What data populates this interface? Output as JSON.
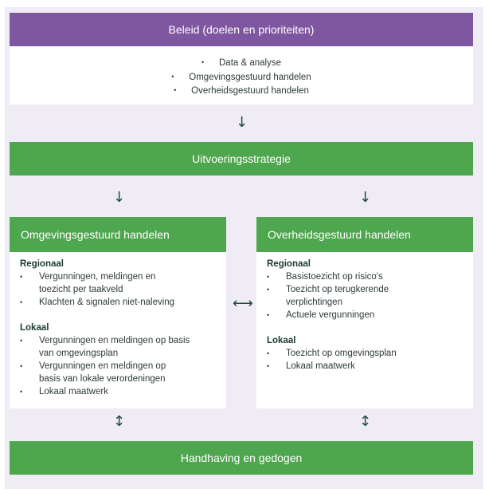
{
  "colors": {
    "policy": "#7f57a0",
    "green": "#4ea64e",
    "background": "#efecf5",
    "arrow": "#1d4a3a"
  },
  "policy": {
    "title": "Beleid (doelen en prioriteiten)",
    "items": [
      "Data & analyse",
      "Omgevingsgestuurd handelen",
      "Overheidsgestuurd handelen"
    ]
  },
  "strategy": {
    "title": "Uitvoeringsstrategie"
  },
  "arrows": {
    "down": "↓",
    "both_horizontal": "⟷",
    "both_vertical": "↕",
    "bullet": "•"
  },
  "left": {
    "title": "Omgevingsgestuurd handelen",
    "regional_title": "Regionaal",
    "regional_items": [
      "Vergunningen, meldingen en toezicht per taakveld",
      "Klachten & signalen niet-naleving"
    ],
    "local_title": "Lokaal",
    "local_items": [
      "Vergunningen en meldingen op basis van omgevingsplan",
      "Vergunningen en meldingen op basis van lokale verordeningen",
      "Lokaal maatwerk"
    ]
  },
  "right": {
    "title": "Overheidsgestuurd handelen",
    "regional_title": "Regionaal",
    "regional_items": [
      "Basistoezicht op risico's",
      "Toezicht op terugkerende verplichtingen",
      "Actuele vergunningen"
    ],
    "local_title": "Lokaal",
    "local_items": [
      "Toezicht op omgevingsplan",
      "Lokaal maatwerk"
    ]
  },
  "enforcement": {
    "title": "Handhaving en gedogen"
  }
}
